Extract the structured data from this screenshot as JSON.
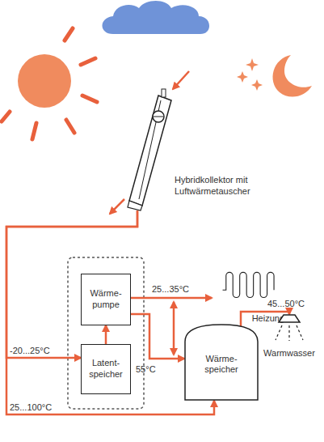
{
  "diagram": {
    "nodes": [
      {
        "text": [
          "Hybridkollektor mit Luftwärmetauscher"
        ]
      },
      {
        "text": [
          "Wärme- pumpe"
        ]
      },
      {
        "text": [
          "Latent- speicher"
        ]
      },
      {
        "text": [
          "Heizung"
        ]
      },
      {
        "text": [
          "Wärme- speicher"
        ]
      },
      {
        "text": [
          "Warmwasser"
        ]
      }
    ],
    "edges": [
      {
        "from": 0,
        "to": 2,
        "arrow": "to",
        "label": "-20...25°C"
      },
      {
        "from": 0,
        "to": 4,
        "arrow": "to",
        "label": "25...100°C"
      },
      {
        "from": 2,
        "to": 1,
        "arrow": "to"
      },
      {
        "from": 1,
        "to": 3,
        "arrow": "to",
        "label": "25...35°C"
      },
      {
        "from": 1,
        "to": 4,
        "arrow": "to",
        "label": "55°C"
      },
      {
        "from": 4,
        "to": 5,
        "arrow": "to",
        "label": "45...50°C"
      }
    ]
  }
}
